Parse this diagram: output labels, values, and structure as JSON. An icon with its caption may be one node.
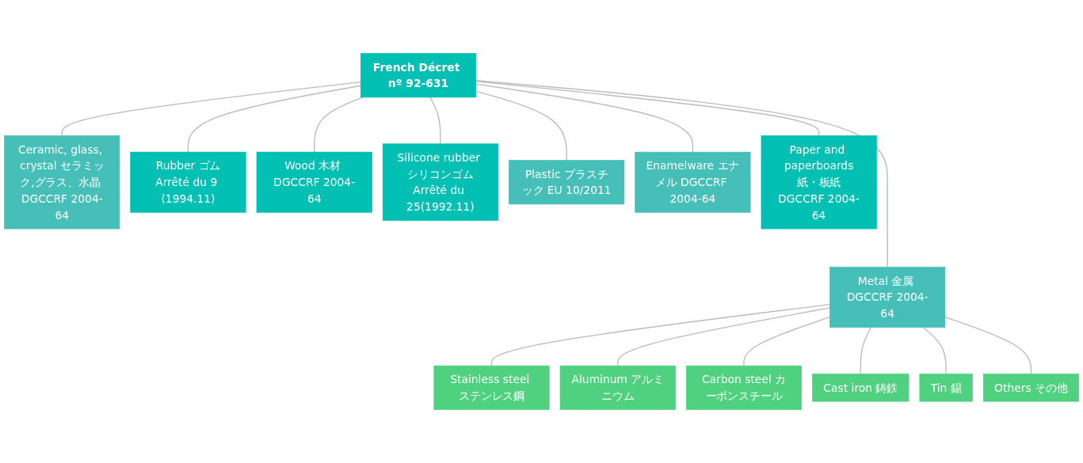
{
  "diagram": {
    "nodes": [
      {
        "text": [
          "French Décret nº 92-631"
        ]
      },
      {
        "text": [
          "Ceramic, glass, crystal セラミック,グラス、水晶 DGCCRF 2004-64"
        ]
      },
      {
        "text": [
          "Rubber ゴム",
          "Arrêté du 9 (1994.11)"
        ]
      },
      {
        "text": [
          "Wood 木材 DGCCRF 2004-64"
        ]
      },
      {
        "text": [
          "Silicone rubber シリコンゴム",
          "Arrêté du 25(1992.11)"
        ]
      },
      {
        "text": [
          "Plastic プラスチック EU 10/2011"
        ]
      },
      {
        "text": [
          "Enamelware エナメル DGCCRF 2004-64"
        ]
      },
      {
        "text": [
          "Metal 金属 DGCCRF 2004-64"
        ]
      },
      {
        "text": [
          "Paper and paperboards",
          "紙・板紙",
          "DGCCRF 2004-64"
        ]
      },
      {
        "text": [
          "Stainless steel ステンレス鋼"
        ]
      },
      {
        "text": [
          "Aluminum アルミニウム"
        ]
      },
      {
        "text": [
          "Carbon steel カーボンスチール"
        ]
      },
      {
        "text": [
          "Cast iron 鋳鉄"
        ]
      },
      {
        "text": [
          "Tin 錫"
        ]
      },
      {
        "text": [
          "Others その他"
        ]
      }
    ],
    "edges": [
      {
        "from": 0,
        "to": 5,
        "arrow": "none"
      },
      {
        "from": 0,
        "to": 1,
        "arrow": "none"
      },
      {
        "from": 0,
        "to": 6,
        "arrow": "none"
      },
      {
        "from": 0,
        "to": 2,
        "arrow": "none"
      },
      {
        "from": 0,
        "to": 7,
        "arrow": "none"
      },
      {
        "from": 0,
        "to": 3,
        "arrow": "none"
      },
      {
        "from": 0,
        "to": 8,
        "arrow": "none"
      },
      {
        "from": 0,
        "to": 4,
        "arrow": "none"
      },
      {
        "from": 7,
        "to": 9,
        "arrow": "none"
      },
      {
        "from": 7,
        "to": 10,
        "arrow": "none"
      },
      {
        "from": 7,
        "to": 11,
        "arrow": "none"
      },
      {
        "from": 7,
        "to": 12,
        "arrow": "none"
      },
      {
        "from": 7,
        "to": 13,
        "arrow": "none"
      },
      {
        "from": 7,
        "to": 14,
        "arrow": "none"
      }
    ]
  }
}
